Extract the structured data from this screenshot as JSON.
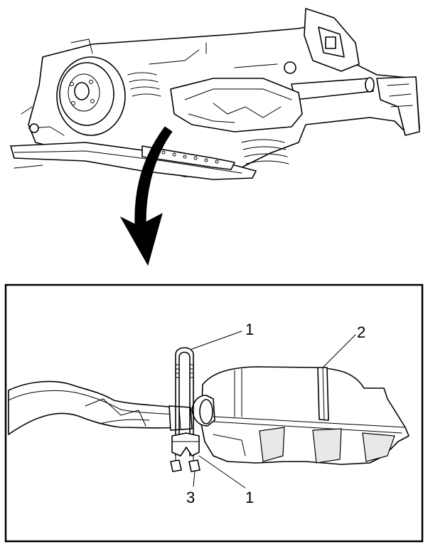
{
  "callouts": {
    "clamp_top": "1",
    "strap": "2",
    "fastener": "3",
    "clamp_bottom": "1"
  }
}
